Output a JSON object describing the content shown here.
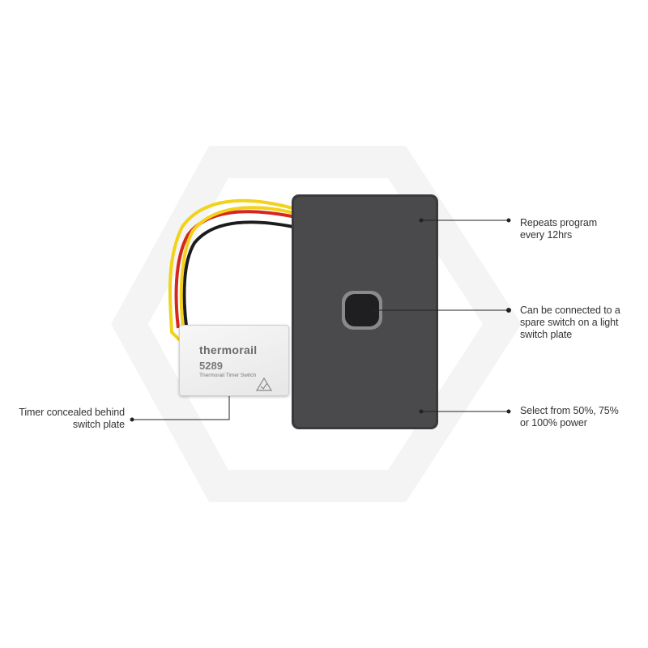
{
  "product": {
    "brand": "thermorail",
    "model": "5289",
    "description": "Thermorail Timer Switch"
  },
  "callouts": {
    "repeats": [
      "Repeats program",
      "every 12hrs"
    ],
    "connect": [
      "Can be connected to a",
      "spare switch on a light",
      "switch plate"
    ],
    "power": [
      "Select from 50%, 75%",
      "or 100% power"
    ],
    "timer": [
      "Timer concealed behind",
      "switch plate"
    ]
  },
  "colors": {
    "plate": "#4a4a4c",
    "wire_yellow": "#f2d21a",
    "wire_red": "#d6261e",
    "wire_black": "#1c1c1c"
  }
}
